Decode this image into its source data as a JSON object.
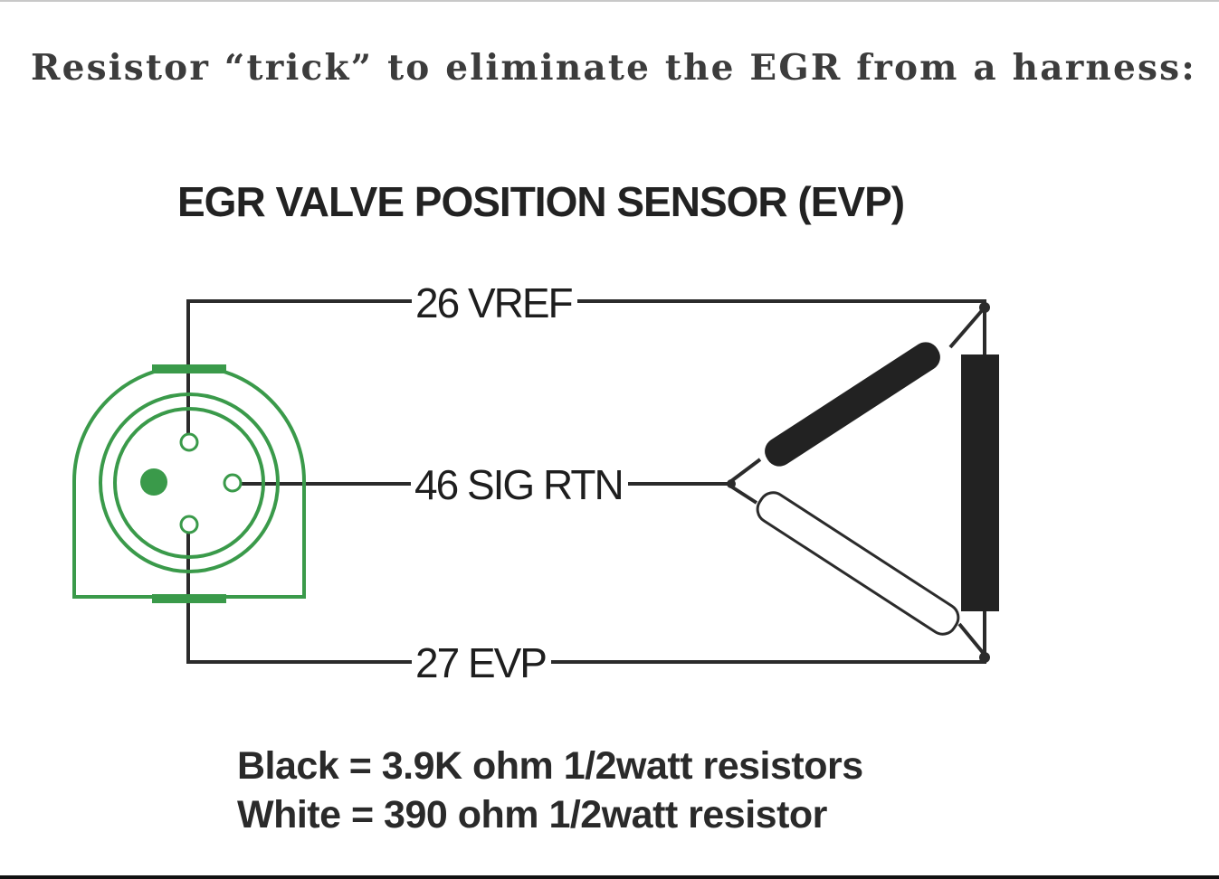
{
  "heading": "Resistor “trick” to eliminate the EGR from a harness:",
  "diagram": {
    "title": "EGR VALVE POSITION SENSOR (EVP)",
    "wires": [
      {
        "pin": "26",
        "signal": "VREF",
        "label": "26 VREF"
      },
      {
        "pin": "46",
        "signal": "SIG RTN",
        "label": "46 SIG RTN"
      },
      {
        "pin": "27",
        "signal": "EVP",
        "label": "27 EVP"
      }
    ],
    "legend": {
      "black": "Black = 3.9K ohm 1/2watt resistors",
      "white": "White = 390 ohm 1/2watt resistor"
    },
    "colors": {
      "connector": "#3a9a4a",
      "wire": "#2b2b2b",
      "black_resistor": "#222222",
      "white_resistor": "#ffffff"
    },
    "icons": [
      "connector-icon",
      "black-resistor-icon",
      "white-resistor-icon"
    ]
  }
}
